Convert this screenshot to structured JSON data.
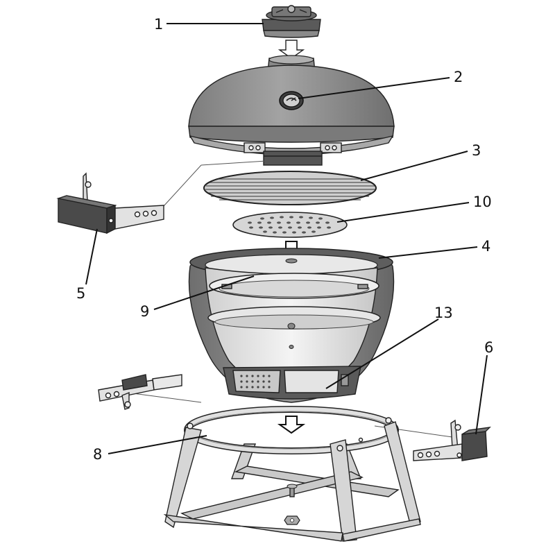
{
  "diagram_type": "exploded-view assembly drawing",
  "subject": "kamado grill",
  "colors": {
    "background": "#ffffff",
    "line": "#111111",
    "body": "#8c8c8c",
    "metal_light": "#d4d4d4",
    "metal_dark": "#4a4a4a"
  },
  "callouts": [
    {
      "id": "1",
      "label": "1",
      "part": "top vent"
    },
    {
      "id": "2",
      "label": "2",
      "part": "thermometer"
    },
    {
      "id": "3",
      "label": "3",
      "part": "cooking grid"
    },
    {
      "id": "10",
      "label": "10",
      "part": "charcoal grate"
    },
    {
      "id": "4",
      "label": "4",
      "part": "base body"
    },
    {
      "id": "5",
      "label": "5",
      "part": "left handle bracket"
    },
    {
      "id": "9",
      "label": "9",
      "part": "fire ring"
    },
    {
      "id": "13",
      "label": "13",
      "part": "bottom vent"
    },
    {
      "id": "6",
      "label": "6",
      "part": "right handle bracket"
    },
    {
      "id": "8",
      "label": "8",
      "part": "stand"
    }
  ],
  "arrows": [
    {
      "id": "arrow-top",
      "direction": "down"
    },
    {
      "id": "arrow-middle",
      "direction": "down"
    },
    {
      "id": "arrow-bottom",
      "direction": "down"
    }
  ]
}
